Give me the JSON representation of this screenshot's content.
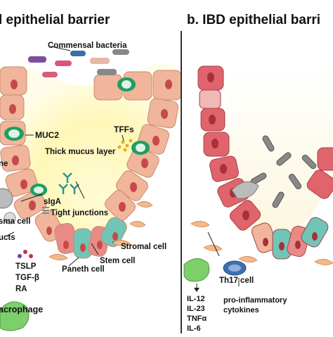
{
  "panels": {
    "left_title": "l epithelial barrier",
    "right_title": "b. IBD epithelial barri"
  },
  "left_labels": {
    "commensal_bacteria": "Commensal bacteria",
    "muc2": "MUC2",
    "tffs": "TFFs",
    "thick_mucus": "Thick mucus layer",
    "ne_fragment": "ne",
    "siga": "sIgA",
    "tight_junctions": "Tight junctions",
    "sma_cell": "sma cell",
    "ucts": "ucts",
    "tslp": "TSLP",
    "tgf_beta": "TGF-β",
    "ra": "RA",
    "stromal_cell": "Stromal cell",
    "stem_cell": "Stem cell",
    "paneth_cell": "Paneth cell",
    "acrophage": "acrophage"
  },
  "right_labels": {
    "th17_cell": "Th17 cell",
    "pro_inflammatory_1": "pro-inflammatory",
    "pro_inflammatory_2": "cytokines",
    "il12": "IL-12",
    "il23": "IL-23",
    "tnfa": "TNFα",
    "il6": "IL-6"
  },
  "colors": {
    "epithelium": "#f0b59a",
    "goblet": "#1f9e63",
    "inflamed": "#e0646c",
    "mucus": "#fdf6c8",
    "divider": "#333333"
  }
}
